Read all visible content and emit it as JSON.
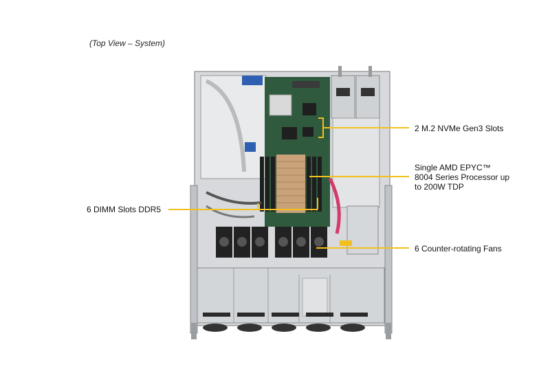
{
  "caption": "(Top View – System)",
  "callouts": {
    "nvme": "2 M.2 NVMe Gen3 Slots",
    "cpu_line1": "Single AMD EPYC™",
    "cpu_line2": "8004 Series Processor up",
    "cpu_line3": "to 200W TDP",
    "dimm": "6 DIMM Slots DDR5",
    "fans": "6 Counter-rotating Fans"
  },
  "colors": {
    "callout_line": "#f2c01e",
    "pcb_green": "#2f5a3e",
    "chassis": "#c9ccd0",
    "chassis_dark": "#6b6f74"
  }
}
